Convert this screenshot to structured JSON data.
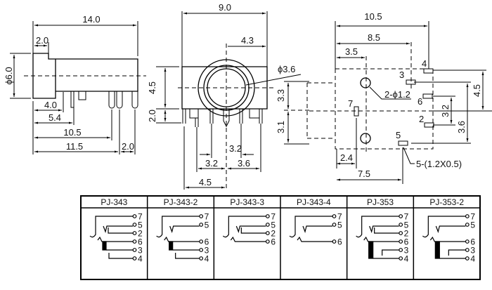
{
  "side_view": {
    "d_overall": "14.0",
    "d_flange": "2.0",
    "d_diameter": "ϕ6.0",
    "d_4_0": "4.0",
    "d_5_4": "5.4",
    "d_10_5": "10.5",
    "d_11_5": "11.5",
    "d_pin_pitch": "2.0"
  },
  "front_view": {
    "d_width": "9.0",
    "d_center_offset": "4.3",
    "d_hole": "ϕ3.6",
    "d_height": "4.5",
    "d_pin_len": "2.0",
    "d_3_2a": "3.2",
    "d_3_2b": "3.2",
    "d_3_6": "3.6",
    "d_4_5": "4.5",
    "d_3_3": "3.3",
    "d_3_1": "3.1"
  },
  "bottom_view": {
    "d_10_5": "10.5",
    "d_8_5": "8.5",
    "d_3_5": "3.5",
    "d_2_4": "2.4",
    "d_7_5": "7.5",
    "d_4_5": "4.5",
    "d_3_2": "3.2",
    "d_3_6": "3.6",
    "holes_note": "2-ϕ1.2",
    "pads_note": "5-(1.2X0.5)",
    "pins": {
      "p4": "4",
      "p3": "3",
      "p6": "6",
      "p7": "7",
      "p2": "2",
      "p5": "5"
    }
  },
  "table": {
    "models": [
      {
        "name": "PJ-343",
        "terminals": [
          "7",
          "5",
          "2",
          "6",
          "3",
          "4"
        ],
        "switch5": true,
        "switch6": true,
        "block": "small"
      },
      {
        "name": "PJ-343-2",
        "terminals": [
          "7",
          "5",
          "6",
          "3",
          "4"
        ],
        "switch5": false,
        "switch6": true,
        "block": "small"
      },
      {
        "name": "PJ-343-3",
        "terminals": [
          "7",
          "5",
          "2",
          "6"
        ],
        "switch5": true,
        "switch6": false,
        "block": "none"
      },
      {
        "name": "PJ-343-4",
        "terminals": [
          "7",
          "5",
          "6"
        ],
        "switch5": false,
        "switch6": false,
        "block": "none"
      },
      {
        "name": "PJ-353",
        "terminals": [
          "7",
          "5",
          "2",
          "6",
          "3",
          "4"
        ],
        "switch5": true,
        "switch6": true,
        "block": "large"
      },
      {
        "name": "PJ-353-2",
        "terminals": [
          "7",
          "5",
          "6",
          "3",
          "4"
        ],
        "switch5": false,
        "switch6": true,
        "block": "large"
      }
    ]
  }
}
